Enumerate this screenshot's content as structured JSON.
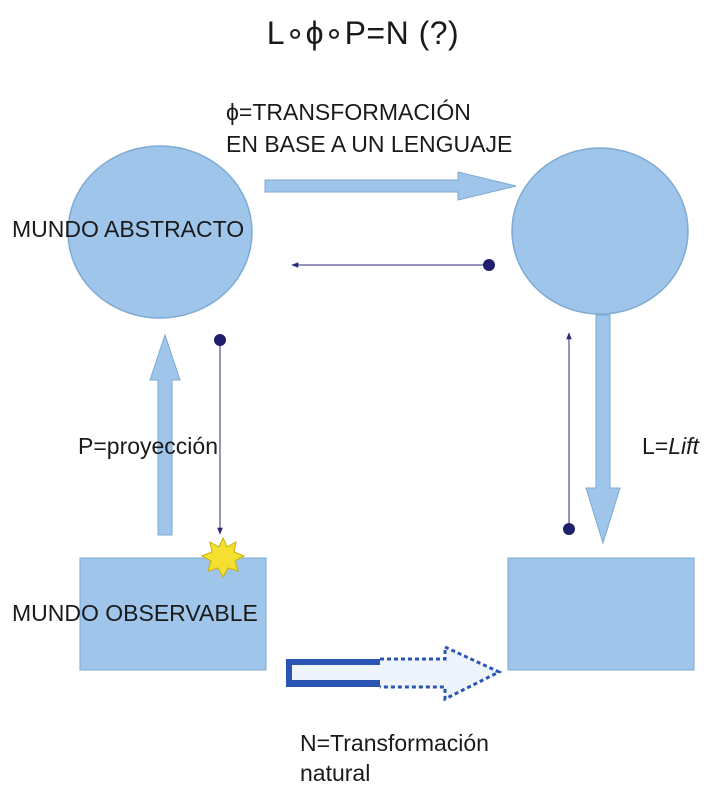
{
  "diagram": {
    "title": "L∘ϕ∘P=N (?)",
    "phi_label_line1": "ϕ=TRANSFORMACIÓN",
    "phi_label_line2": "EN BASE A UN LENGUAJE",
    "abstract_world_label": "MUNDO ABSTRACTO",
    "projection_label": "P=proyección",
    "lift_label_prefix": "L=",
    "lift_label_italic": "Lift",
    "observable_world_label": "MUNDO OBSERVABLE",
    "natural_label_line1": "N=Transformación",
    "natural_label_line2": "natural"
  },
  "colors": {
    "shape_fill": "#9fc6ea",
    "shape_stroke": "#7eaad3",
    "thin_arrow": "#2a2a7a",
    "dot": "#1f1f6e",
    "natural_arrow": "#2b55b5",
    "star": "#f5e030"
  }
}
